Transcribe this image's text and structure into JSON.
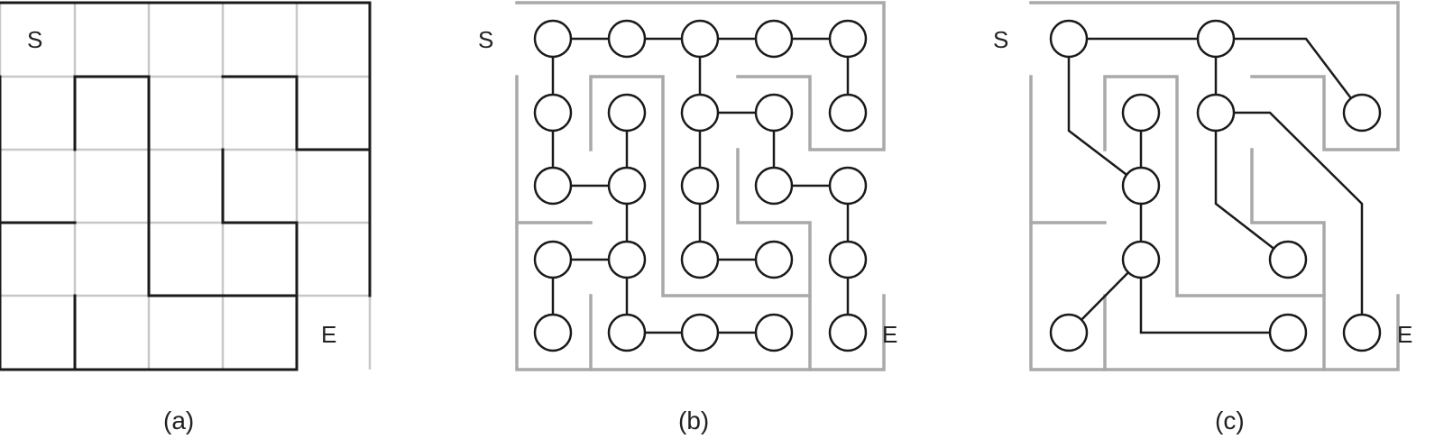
{
  "panels": [
    {
      "id": "a",
      "caption": "(a)",
      "start_label": "S",
      "end_label": "E"
    },
    {
      "id": "b",
      "caption": "(b)",
      "start_label": "S",
      "end_label": "E"
    },
    {
      "id": "c",
      "caption": "(c)",
      "start_label": "S",
      "end_label": "E"
    }
  ]
}
